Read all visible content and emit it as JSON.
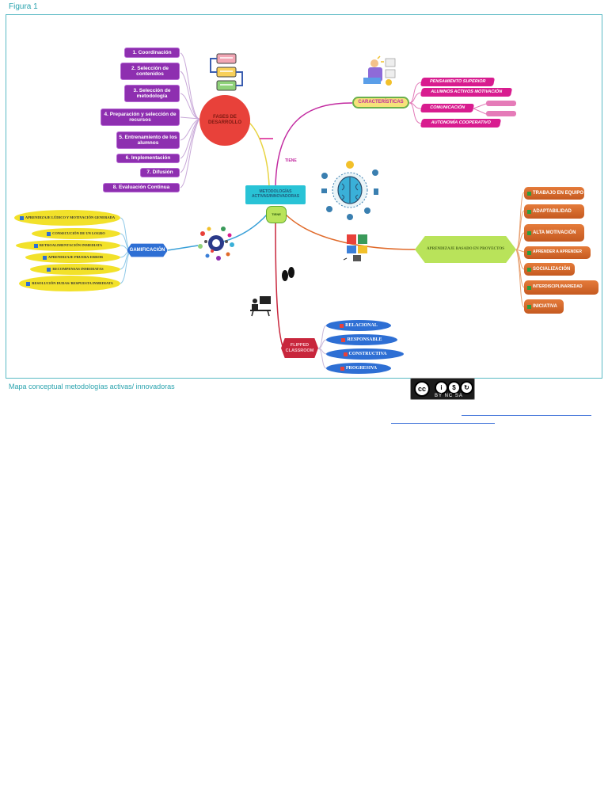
{
  "figure_label": "Figura 1",
  "caption": "Mapa conceptual metodologías activas/ innovadoras",
  "license_badge": {
    "text": "BY NC SA"
  },
  "center": {
    "title": "METODOLOGÍAS ACTIVAS/INNOVADORAS",
    "sub": "TIENE",
    "tiene_label": "TIENE"
  },
  "fases": {
    "title": "FASES DE DESARROLLO",
    "items": [
      "1. Coordinación",
      "2. Selección de contenidos",
      "3. Selección de metodología",
      "4. Preparación y selección de recursos",
      "5. Entrenamiento de los alumnos",
      "6. Implementación",
      "7. Difusión",
      "8. Evaluación Continua"
    ]
  },
  "caracteristicas": {
    "title": "CARACTERÍSTICAS",
    "items": [
      "PENSAMIENTO SUPERIOR",
      "ALUMNOS ACTIVOS MOTIVACIÓN",
      "COMUNICACIÓN",
      "AUTONOMÍA COOPERATIVO"
    ]
  },
  "abp": {
    "title": "APRENDIZAJE BASADO EN PROYECTOS",
    "items": [
      "TRABAJO EN EQUIPO",
      "ADAPTABILIDAD",
      "ALTA MOTIVACIÓN",
      "APRENDER A APRENDER",
      "SOCIALIZACIÓN",
      "INTERDISCIPLINARIEDAD",
      "INICIATIVA"
    ]
  },
  "gamificacion": {
    "title": "GAMIFICACIÓN",
    "items": [
      "APRENDIZAJE LÚDICO Y MOTIVACIÓN GENERADA",
      "CONSECUCIÓN DE UN LOGRO",
      "RETROALIMENTACIÓN INMEDIATA",
      "APRENDIZAJE PRUEBA-ERROR",
      "RECOMPENSAS INMEDIATAS",
      "RESOLUCIÓN DUDAS/ RESPUESTA INMEDIATA"
    ]
  },
  "flipped": {
    "title": "FLIPPED CLASSROOM",
    "items": [
      "RELACIONAL",
      "RESPONSABLE",
      "CONSTRUCTIVA",
      "PROGRESIVA"
    ]
  },
  "colors": {
    "purple": "#8e2fb0",
    "orange": "#d66a2c",
    "magenta": "#d81c8f",
    "teal": "#2aa3ae",
    "red_circle": "#e8413a",
    "green_hex": "#b9e35a"
  },
  "icons": [
    "process-flow-icon",
    "brain-icon",
    "puzzle-bulb-icon",
    "colorful-dots-icon",
    "footprints-icon",
    "teacher-desk-icon",
    "idea-person-icon"
  ]
}
